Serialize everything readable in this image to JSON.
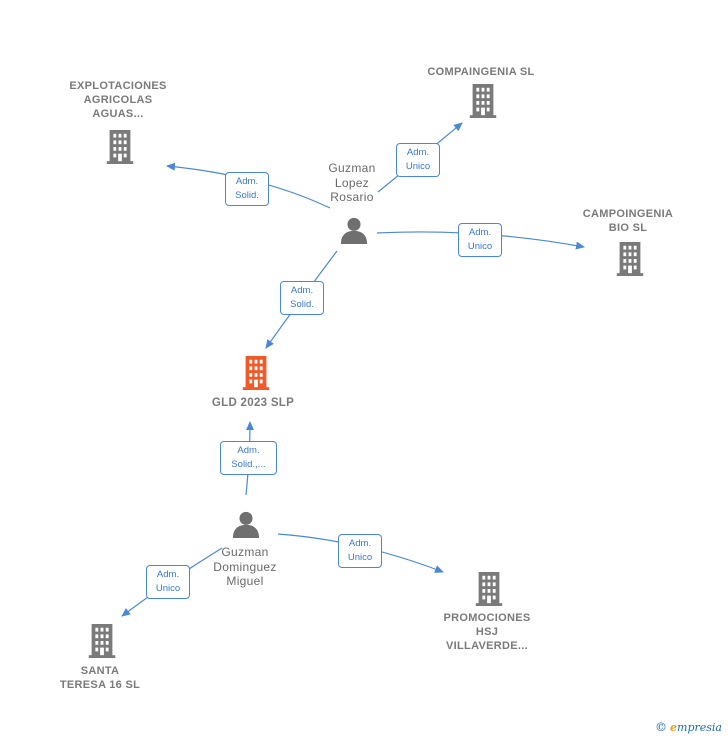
{
  "colors": {
    "edge": "#4a88d6",
    "node_gray": "#7a7a7a",
    "center_node": "#f05a28"
  },
  "center": {
    "label_lines": [
      "GLD 2023  SLP"
    ],
    "icon": "building-icon"
  },
  "companies": [
    {
      "id": "explotaciones",
      "label_lines": [
        "EXPLOTACIONES",
        "AGRICOLAS",
        "AGUAS..."
      ],
      "icon": "building-icon"
    },
    {
      "id": "compaingenia",
      "label_lines": [
        "COMPAINGENIA SL"
      ],
      "icon": "building-icon"
    },
    {
      "id": "campoingenia",
      "label_lines": [
        "CAMPOINGENIA",
        "BIO  SL"
      ],
      "icon": "building-icon"
    },
    {
      "id": "promociones",
      "label_lines": [
        "PROMOCIONES",
        "HSJ",
        "VILLAVERDE..."
      ],
      "icon": "building-icon"
    },
    {
      "id": "santa_teresa",
      "label_lines": [
        "SANTA",
        "TERESA 16 SL"
      ],
      "icon": "building-icon"
    }
  ],
  "persons": [
    {
      "id": "guzman_lopez",
      "label_lines": [
        "Guzman",
        "Lopez",
        "Rosario"
      ],
      "icon": "person-icon"
    },
    {
      "id": "guzman_dominguez",
      "label_lines": [
        "Guzman",
        "Dominguez",
        "Miguel"
      ],
      "icon": "person-icon"
    }
  ],
  "relations": [
    {
      "id": "rel1",
      "lines": [
        "Adm.",
        "Solid."
      ]
    },
    {
      "id": "rel2",
      "lines": [
        "Adm.",
        "Unico"
      ]
    },
    {
      "id": "rel3",
      "lines": [
        "Adm.",
        "Unico"
      ]
    },
    {
      "id": "rel4",
      "lines": [
        "Adm.",
        "Solid."
      ]
    },
    {
      "id": "rel5",
      "lines": [
        "Adm.",
        "Solid.,..."
      ]
    },
    {
      "id": "rel6",
      "lines": [
        "Adm.",
        "Unico"
      ]
    },
    {
      "id": "rel7",
      "lines": [
        "Adm.",
        "Unico"
      ]
    }
  ],
  "brand": {
    "copyright": "©",
    "initial": "e",
    "rest": "mpresia"
  }
}
